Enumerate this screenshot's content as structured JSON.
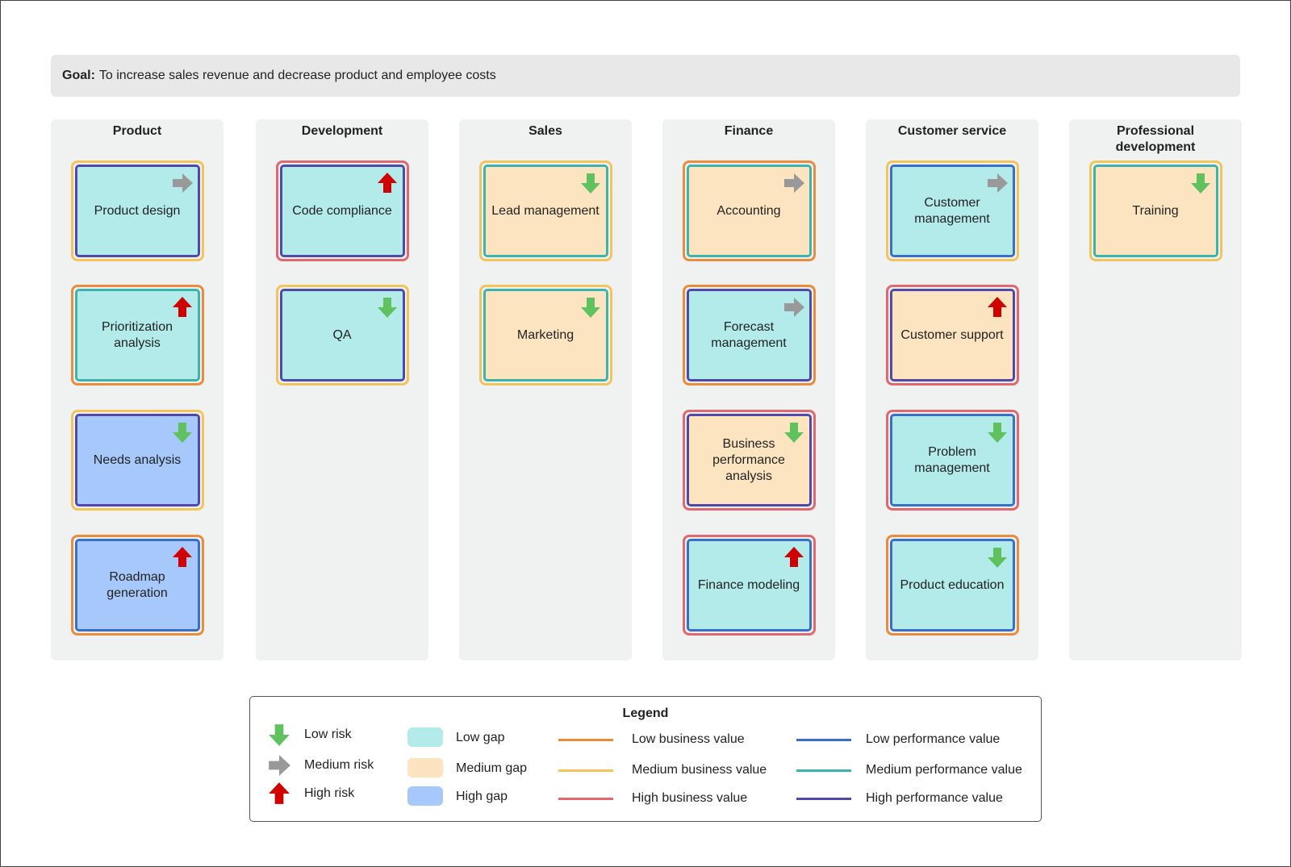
{
  "goal": {
    "label": "Goal:",
    "text": "To increase sales revenue and decrease product and employee costs"
  },
  "columns": [
    {
      "title_lines": [
        "Product"
      ]
    },
    {
      "title_lines": [
        "Development"
      ]
    },
    {
      "title_lines": [
        "Sales"
      ]
    },
    {
      "title_lines": [
        "Finance"
      ]
    },
    {
      "title_lines": [
        "Customer service"
      ]
    },
    {
      "title_lines": [
        "Professional",
        "development"
      ]
    }
  ],
  "cards": [
    {
      "column": 0,
      "row": 0,
      "text_lines": [
        "Product design"
      ],
      "gap": "low",
      "business_value": "medium",
      "performance_value": "high",
      "risk": "medium"
    },
    {
      "column": 0,
      "row": 1,
      "text_lines": [
        "Prioritization analysis"
      ],
      "gap": "low",
      "business_value": "low",
      "performance_value": "medium",
      "risk": "high"
    },
    {
      "column": 0,
      "row": 2,
      "text_lines": [
        "Needs analysis"
      ],
      "gap": "high",
      "business_value": "medium",
      "performance_value": "high",
      "risk": "low"
    },
    {
      "column": 0,
      "row": 3,
      "text_lines": [
        "Roadmap generation"
      ],
      "gap": "high",
      "business_value": "low",
      "performance_value": "low",
      "risk": "high"
    },
    {
      "column": 1,
      "row": 0,
      "text_lines": [
        "Code compliance"
      ],
      "gap": "low",
      "business_value": "high",
      "performance_value": "high",
      "risk": "high"
    },
    {
      "column": 1,
      "row": 1,
      "text_lines": [
        "QA"
      ],
      "gap": "low",
      "business_value": "medium",
      "performance_value": "high",
      "risk": "low"
    },
    {
      "column": 2,
      "row": 0,
      "text_lines": [
        "Lead management"
      ],
      "gap": "medium",
      "business_value": "medium",
      "performance_value": "medium",
      "risk": "low"
    },
    {
      "column": 2,
      "row": 1,
      "text_lines": [
        "Marketing"
      ],
      "gap": "medium",
      "business_value": "medium",
      "performance_value": "medium",
      "risk": "low"
    },
    {
      "column": 3,
      "row": 0,
      "text_lines": [
        "Accounting"
      ],
      "gap": "medium",
      "business_value": "low",
      "performance_value": "medium",
      "risk": "medium"
    },
    {
      "column": 3,
      "row": 1,
      "text_lines": [
        "Forecast",
        "management"
      ],
      "gap": "low",
      "business_value": "low",
      "performance_value": "high",
      "risk": "medium"
    },
    {
      "column": 3,
      "row": 2,
      "text_lines": [
        "Business",
        "performance analysis"
      ],
      "gap": "medium",
      "business_value": "high",
      "performance_value": "high",
      "risk": "low"
    },
    {
      "column": 3,
      "row": 3,
      "text_lines": [
        "Finance modeling"
      ],
      "gap": "low",
      "business_value": "high",
      "performance_value": "low",
      "risk": "high"
    },
    {
      "column": 4,
      "row": 0,
      "text_lines": [
        "Customer",
        "management"
      ],
      "gap": "low",
      "business_value": "medium",
      "performance_value": "low",
      "risk": "medium"
    },
    {
      "column": 4,
      "row": 1,
      "text_lines": [
        "Customer support"
      ],
      "gap": "medium",
      "business_value": "high",
      "performance_value": "high",
      "risk": "high"
    },
    {
      "column": 4,
      "row": 2,
      "text_lines": [
        "Problem",
        "management"
      ],
      "gap": "low",
      "business_value": "high",
      "performance_value": "low",
      "risk": "low"
    },
    {
      "column": 4,
      "row": 3,
      "text_lines": [
        "Product education"
      ],
      "gap": "low",
      "business_value": "low",
      "performance_value": "low",
      "risk": "low"
    },
    {
      "column": 5,
      "row": 0,
      "text_lines": [
        "Training"
      ],
      "gap": "medium",
      "business_value": "medium",
      "performance_value": "medium",
      "risk": "low"
    }
  ],
  "colors": {
    "gap": {
      "low": "#b2ebea",
      "medium": "#fde4c0",
      "high": "#a7c8fb"
    },
    "business_value": {
      "low": "#ea8c3d",
      "medium": "#f2c45c",
      "high": "#e0686e"
    },
    "performance_value": {
      "low": "#3a6fc8",
      "medium": "#3db3ac",
      "high": "#5049a8"
    },
    "risk": {
      "low": "#5fc25f",
      "medium": "#999999",
      "high": "#d00000"
    }
  },
  "legend": {
    "title": "Legend",
    "risk": [
      {
        "key": "low",
        "label": "Low risk"
      },
      {
        "key": "medium",
        "label": "Medium risk"
      },
      {
        "key": "high",
        "label": "High risk"
      }
    ],
    "gap": [
      {
        "key": "low",
        "label": "Low gap"
      },
      {
        "key": "medium",
        "label": "Medium gap"
      },
      {
        "key": "high",
        "label": "High gap"
      }
    ],
    "business_value": [
      {
        "key": "low",
        "label": "Low business value"
      },
      {
        "key": "medium",
        "label": "Medium business value"
      },
      {
        "key": "high",
        "label": "High business value"
      }
    ],
    "performance_value": [
      {
        "key": "low",
        "label": "Low performance value"
      },
      {
        "key": "medium",
        "label": "Medium performance value"
      },
      {
        "key": "high",
        "label": "High performance value"
      }
    ]
  }
}
